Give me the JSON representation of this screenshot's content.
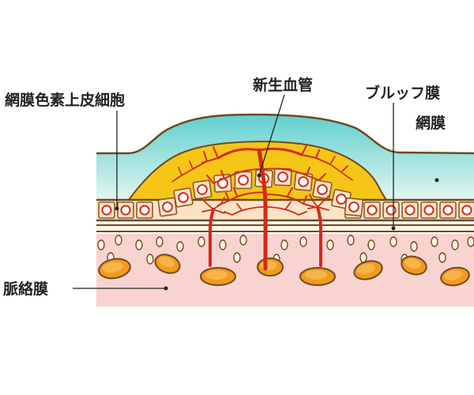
{
  "labels": {
    "rpe": "網膜色素上皮細胞",
    "neovascular": "新生血管",
    "bruch": "ブルッフ膜",
    "retina": "網膜",
    "choroid": "脈絡膜"
  },
  "colors": {
    "retina_top": "#5fcfcf",
    "retina_bottom": "#e6f7ef",
    "exudate": "#f5c518",
    "vessel": "#d42a17",
    "cell_fill": "#fbe3c8",
    "cell_outline": "#8a5a2a",
    "choroid": "#f9d3d0",
    "vessel_oval": "#f39a1e",
    "outline": "#6e4a1e"
  }
}
